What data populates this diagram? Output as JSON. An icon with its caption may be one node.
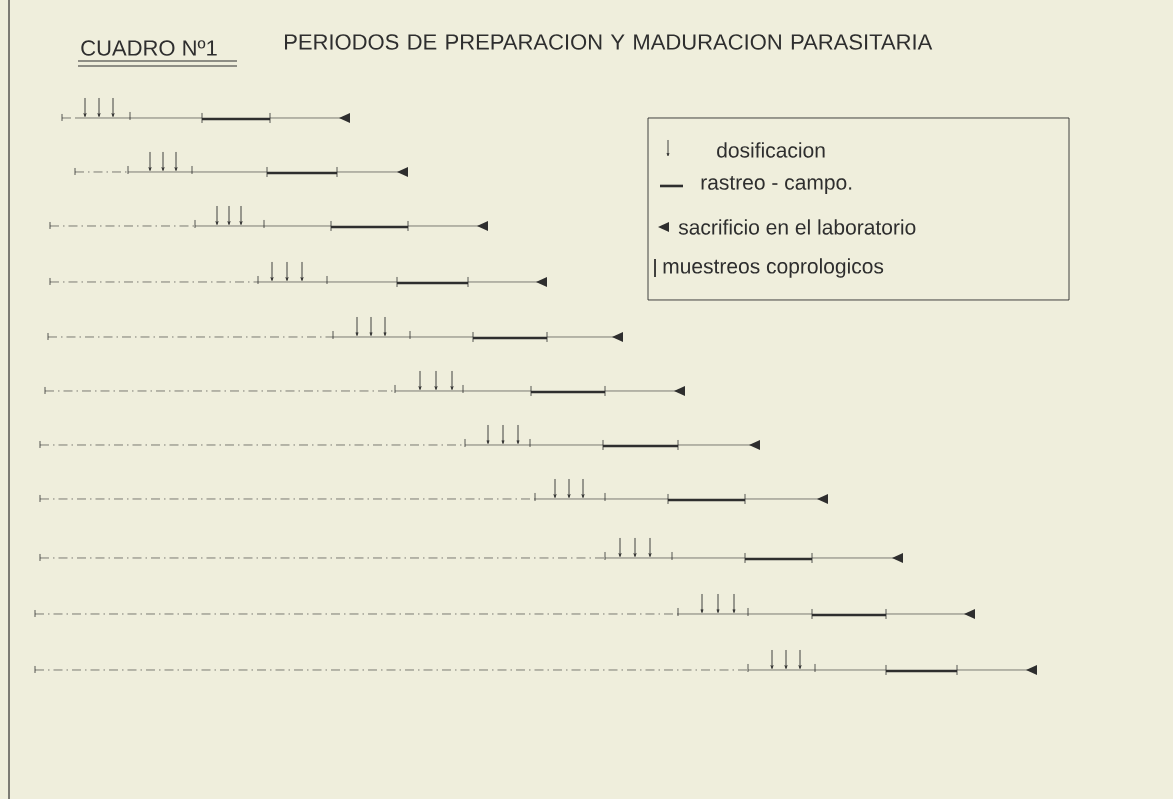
{
  "diagram": {
    "title": "PERIODOS DE PREPARACION Y MADURACION PARASITARIA",
    "labels": [
      "CUADRO Nº1"
    ],
    "legend": [
      {
        "text": "dosificacion"
      },
      {
        "text": "rastreo - campo."
      },
      {
        "text": "sacrificio en el laboratorio"
      },
      {
        "text": "muestreos coprologicos"
      }
    ]
  }
}
